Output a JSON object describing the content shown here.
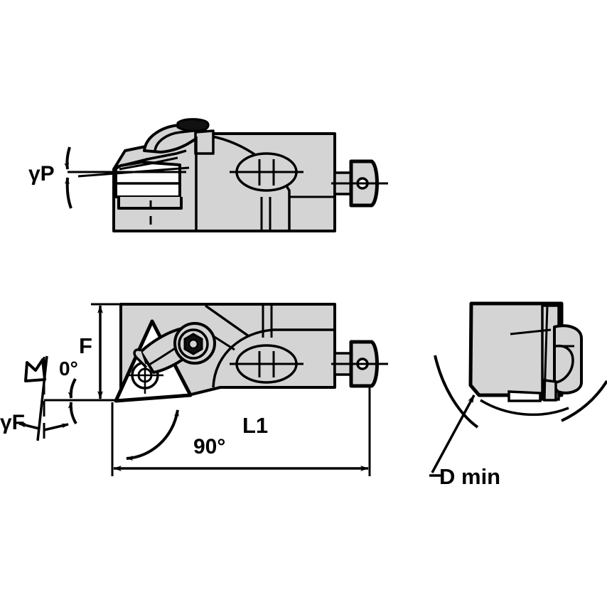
{
  "drawing": {
    "title": "Boring bar cutting-tool technical drawing",
    "background_color": "#ffffff",
    "body_fill": "#d4d4d4",
    "line_color": "#000000",
    "insert_fill": "#ffffff"
  },
  "views": {
    "top": {
      "name": "Top view (plan) of boring bar",
      "angle_label": "γP"
    },
    "side": {
      "name": "Side view (elevation) of boring bar",
      "dimension_height": "F",
      "dimension_length": "L1",
      "angle_lead": "90°",
      "angle_inclination": "0°",
      "angle_rake": "γF"
    },
    "end": {
      "name": "End view showing minimum bore",
      "bore_label": "D min"
    }
  },
  "labels": {
    "gamma_p": "γP",
    "gamma_f": "γF",
    "zero_deg": "0°",
    "f_dim": "F",
    "l1_dim": "L1",
    "ninety_deg": "90°",
    "d_min": "D min"
  }
}
